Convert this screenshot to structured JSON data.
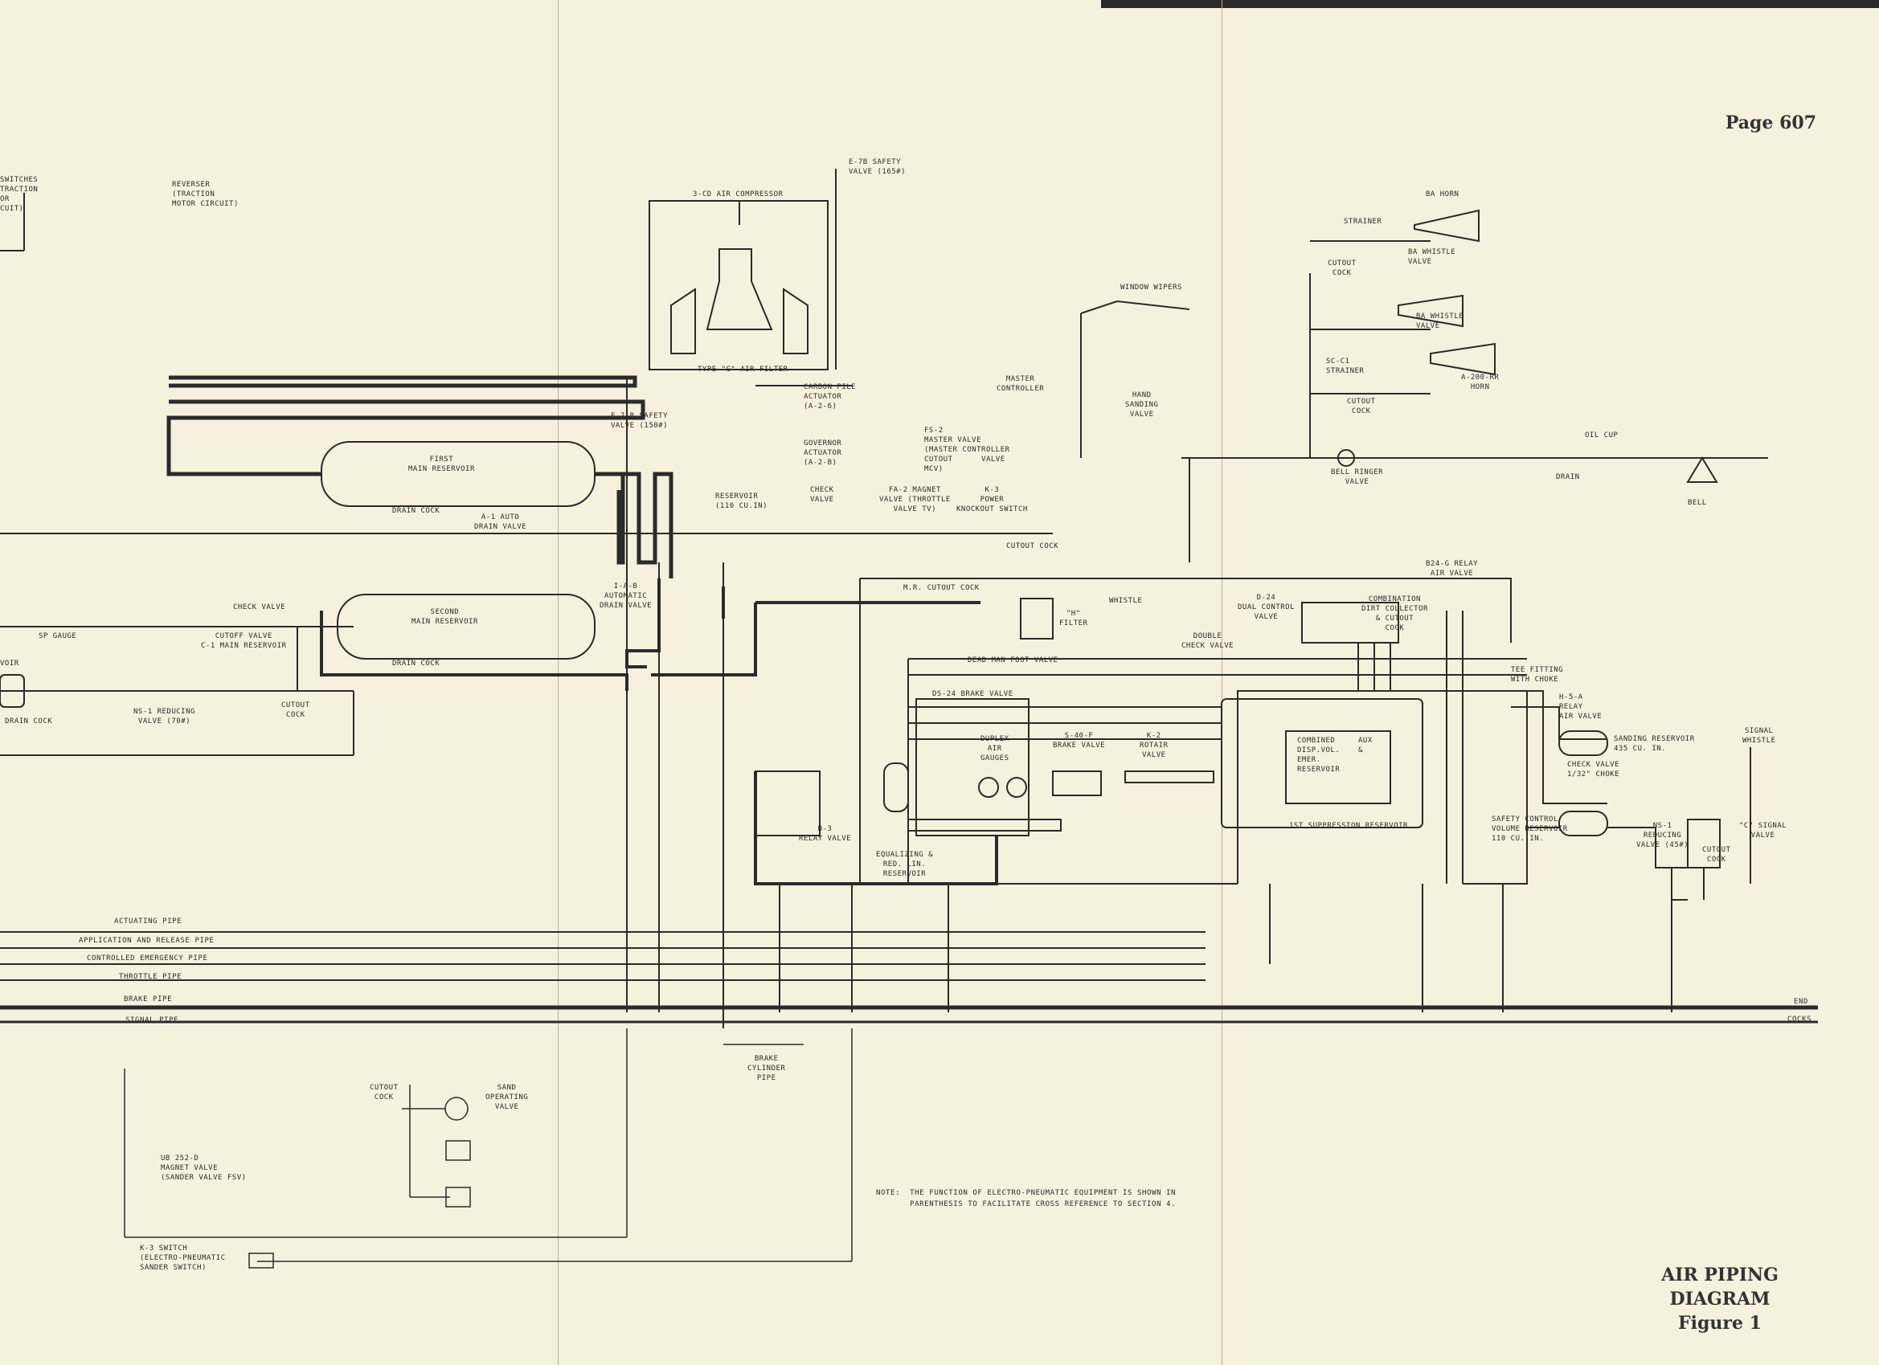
{
  "page": {
    "number": "Page 607",
    "title": "AIR PIPING DIAGRAM",
    "subtitle": "Figure 1"
  },
  "note": "NOTE:  THE FUNCTION OF ELECTRO-PNEUMATIC EQUIPMENT IS SHOWN IN\n       PARENTHESIS TO FACILITATE CROSS REFERENCE TO SECTION 4.",
  "pipes": {
    "actuating": "ACTUATING PIPE",
    "application_release": "APPLICATION AND RELEASE PIPE",
    "controlled_emergency": "CONTROLLED EMERGENCY PIPE",
    "throttle": "THROTTLE PIPE",
    "brake": "BRAKE PIPE",
    "signal": "SIGNAL PIPE",
    "brake_cylinder": "BRAKE\nCYLINDER\nPIPE",
    "end": "END",
    "cocks": "COCKS"
  },
  "components": {
    "switches": "SWITCHES\nTRACTION\nOR\nCUIT)",
    "reverser": "REVERSER\n(TRACTION\nMOTOR CIRCUIT)",
    "safety_e7b_top": "E-7B SAFETY\nVALVE (165#)",
    "compressor": "3-CD AIR COMPRESSOR",
    "air_filter": "TYPE \"G\" AIR FILTER",
    "carbon_pile": "CARBON PILE\nACTUATOR\n(A-2-6)",
    "governor": "GOVERNOR\nACTUATOR\n(A-2-B)",
    "reservoir_110": "RESERVOIR\n(110 CU.IN)",
    "check_valve_top": "CHECK\nVALVE",
    "fa2_magnet": "FA-2 MAGNET\nVALVE (THROTTLE\nVALVE TV)",
    "fs2_master": "FS-2\nMASTER VALVE\n(MASTER CONTROLLER\nCUTOUT      VALVE\nMCV)",
    "master_controller": "MASTER\nCONTROLLER",
    "k3_power": "K-3\nPOWER\nKNOCKOUT SWITCH",
    "window_wipers": "WINDOW WIPERS",
    "hand_sanding": "HAND\nSANDING\nVALVE",
    "e7b_150": "E-7-B SAFETY\nVALVE (150#)",
    "first_main": "FIRST\nMAIN RESERVOIR",
    "drain_cock_1": "DRAIN COCK",
    "a1_auto": "A-1 AUTO\nDRAIN VALVE",
    "second_main": "SECOND\nMAIN RESERVOIR",
    "drain_cock_2": "DRAIN COCK",
    "i_a_b": "I-A-B\nAUTOMATIC\nDRAIN VALVE",
    "check_valve_left": "CHECK VALVE",
    "cutoff_valve": "CUTOFF VALVE\nC-1 MAIN RESERVOIR",
    "sp_gauge": "SP GAUGE",
    "voir": "VOIR",
    "drain_cock_left": "DRAIN COCK",
    "ns1_70": "NS-1 REDUCING\nVALVE (70#)",
    "cutout_cock_left": "CUTOUT\nCOCK",
    "mr_cutout": "M.R. CUTOUT COCK",
    "cutout_cock_mid": "CUTOUT COCK",
    "h_filter": "\"H\"\nFILTER",
    "whistle": "WHISTLE",
    "double_check": "DOUBLE\nCHECK VALVE",
    "d24": "D-24\nDUAL CONTROL\nVALVE",
    "combination": "COMBINATION\nDIRT COLLECTOR\n& CUTOUT\nCOCK",
    "b24g": "B24-G RELAY\nAIR VALVE",
    "tee_fitting": "TEE FITTING\nWITH CHOKE",
    "h5a": "H-5-A\nRELAY\nAIR VALVE",
    "dead_man": "DEAD MAN FOOT VALVE",
    "ds24": "DS-24 BRAKE VALVE",
    "duplex": "DUPLEX\nAIR\nGAUGES",
    "s40f": "S-40-F\nBRAKE VALVE",
    "k2_rotair": "K-2\nROTAIR\nVALVE",
    "combined_disp": "COMBINED\nDISP.VOL.\nEMER.\nRESERVOIR",
    "aux": "AUX\n&",
    "suppression": "1ST SUPPRESSION RESERVOIR",
    "b3_relay": "B-3\nRELAY VALVE",
    "equalizing": "EQUALIZING &\nRED. LIN.\nRESERVOIR",
    "sanding_res": "SANDING RESERVOIR\n435 CU. IN.",
    "check_choke": "CHECK VALVE\n1/32\" CHOKE",
    "safety_control": "SAFETY CONTROL\nVOLUME RESERVOIR\n110 CU. IN.",
    "ns1_45": "NS-1\nREDUCING\nVALVE (45#)",
    "cutout_cock_sig": "CUTOUT\nCOCK",
    "c_signal": "\"C\" SIGNAL\nVALVE",
    "signal_whistle": "SIGNAL\nWHISTLE",
    "ba_horn": "BA HORN",
    "strainer_top": "STRAINER",
    "ba_whistle_1": "BA WHISTLE\nVALVE",
    "cutout_cock_horn": "CUTOUT\nCOCK",
    "ba_whistle_2": "BA WHISTLE\nVALVE",
    "sc_c1": "SC-C1\nSTRAINER",
    "cutout_cock_horn2": "CUTOUT\nCOCK",
    "a200": "A-200-RR\nHORN",
    "oil_cup": "OIL CUP",
    "bell_ringer": "BELL RINGER\nVALVE",
    "drain_bell": "DRAIN",
    "bell": "BELL",
    "cutout_cock_sand": "CUTOUT\nCOCK",
    "sand_operating": "SAND\nOPERATING\nVALVE",
    "ub252": "UB 252-D\nMAGNET VALVE\n(SANDER VALVE FSV)",
    "k3_switch": "K-3 SWITCH\n(ELECTRO-PNEUMATIC\nSANDER SWITCH)"
  },
  "colors": {
    "paper": "#f6f1dc",
    "ink": "#2a2a2a"
  }
}
